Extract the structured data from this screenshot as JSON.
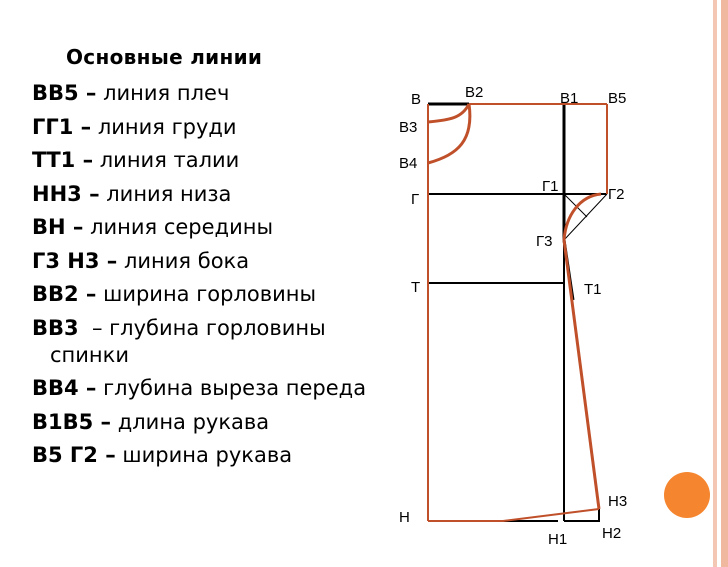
{
  "title": "Основные линии",
  "items": [
    {
      "term": "ВВ5 –",
      "desc": " линия плеч"
    },
    {
      "term": "ГГ1 –",
      "desc": " линия груди"
    },
    {
      "term": "ТТ1 –",
      "desc": " линия талии"
    },
    {
      "term": "НН3 –",
      "desc": " линия низа"
    },
    {
      "term": "ВН –",
      "desc": " линия середины"
    },
    {
      "term": "Г3 Н3 –",
      "desc": " линия бока"
    },
    {
      "term": "ВВ2 –",
      "desc": " ширина горловины"
    },
    {
      "term": "ВВ3",
      "desc": "  – глубина горловины спинки"
    },
    {
      "term": "ВВ4 –",
      "desc": " глубина выреза переда"
    },
    {
      "term": "В1В5 –",
      "desc": " длина рукава"
    },
    {
      "term": "В5 Г2 –",
      "desc": " ширина рукава"
    }
  ],
  "diagram": {
    "labels": {
      "B": "В",
      "B2": "В2",
      "B1": "В1",
      "B5": "В5",
      "B3": "В3",
      "B4": "В4",
      "G": "Г",
      "G1": "Г1",
      "G2": "Г2",
      "G3": "Г3",
      "T": "Т",
      "T1": "Т1",
      "H": "Н",
      "H1": "Н1",
      "H2": "Н2",
      "H3": "Н3"
    },
    "colors": {
      "pattern": "#c0502a",
      "construction": "#000000",
      "accent": "#f5852e"
    }
  }
}
